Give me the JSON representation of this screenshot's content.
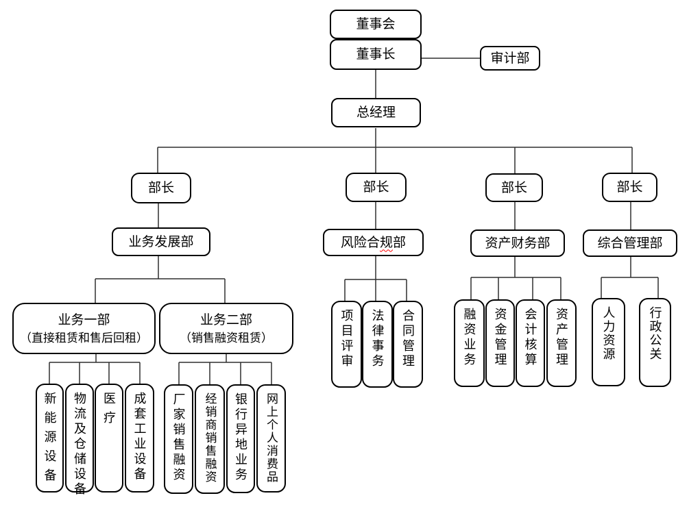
{
  "colors": {
    "background": "#ffffff",
    "box_border": "#000000",
    "connector": "#2f2f2f",
    "text": "#000000",
    "spellcheck_underline": "#ff0000"
  },
  "org": {
    "board": "董事会",
    "chairman": "董事长",
    "audit": "审计部",
    "general_manager": "总经理",
    "minister_1": "部长",
    "minister_2": "部长",
    "minister_3": "部长",
    "minister_4": "部长",
    "business_dev_dept": "业务发展部",
    "risk_dept": {
      "pre": "风险合",
      "flagged": "规",
      "post": "部"
    },
    "finance_dept": "资产财务部",
    "admin_dept": "综合管理部",
    "business_unit_1": {
      "title": "业务一部",
      "subtitle": "（直接租赁和售后回租）"
    },
    "business_unit_2": {
      "title": "业务二部",
      "subtitle": "（销售融资租赁）"
    },
    "unit1_children": [
      "新能源设备",
      "物流及仓储设备",
      "医疗",
      "成套工业设备"
    ],
    "unit2_children": [
      "厂家销售融资",
      "经销商销售融资",
      "银行异地业务",
      "网上个人消费品"
    ],
    "risk_children": [
      "项目评审",
      "法律事务",
      "合同管理"
    ],
    "finance_children": [
      "融资业务",
      "资金管理",
      "会计核算",
      "资产管理"
    ],
    "admin_children": [
      "人力资源",
      "行政公关"
    ]
  }
}
